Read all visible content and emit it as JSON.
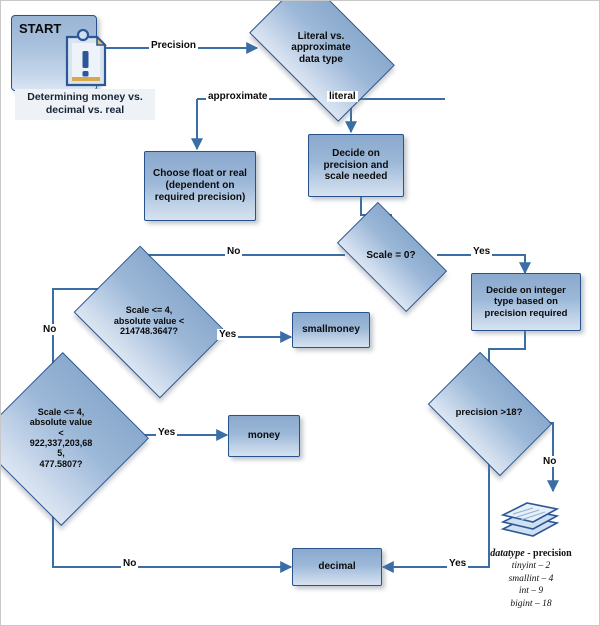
{
  "diagram": {
    "title": "Determining money vs. decimal vs. real",
    "colors": {
      "node_fill_top": "#8aa9cd",
      "node_fill_bottom": "#d6e2f0",
      "node_border": "#28528c",
      "connector": "#3a6ea5",
      "text": "#0b0b0b",
      "frame_border": "#c8c8c8"
    },
    "start": {
      "label": "START",
      "caption": "Determining money vs. decimal vs. real",
      "icon": "note-exclamation-icon"
    },
    "nodes": {
      "literal_vs_approx": "Literal vs. approximate data type",
      "choose_float_real": "Choose float or real (dependent on required precision)",
      "decide_precision_scale": "Decide on precision and scale needed",
      "scale_zero": "Scale = 0?",
      "decide_integer_type": "Decide on integer type based on precision required",
      "scale4_smallmoney": "Scale <= 4, absolute value < 214748.3647?",
      "scale4_money": "Scale <= 4, absolute value < 922,337,203,685,477.5807?",
      "precision_18": "precision >18?",
      "smallmoney": "smallmoney",
      "money": "money",
      "decimal": "decimal"
    },
    "node_lines": {
      "literal_vs_approx": [
        "Literal vs.",
        "approximate",
        "data type"
      ],
      "choose_float_real": [
        "Choose float or real",
        "(dependent on",
        "required precision)"
      ],
      "decide_precision_scale": [
        "Decide on",
        "precision and",
        "scale needed"
      ],
      "decide_integer_type": [
        "Decide on integer",
        "type based on",
        "precision required"
      ],
      "scale4_smallmoney": [
        "Scale <= 4,",
        "absolute value <",
        "214748.3647?"
      ],
      "scale4_money": [
        "Scale <= 4,",
        "absolute value",
        "<",
        "922,337,203,68",
        "5,",
        "477.5807?"
      ]
    },
    "edge_labels": {
      "precision": "Precision",
      "approximate": "approximate",
      "literal": "literal",
      "scale_zero_no": "No",
      "scale_zero_yes": "Yes",
      "smallmoney_yes": "Yes",
      "smallmoney_no": "No",
      "money_yes": "Yes",
      "money_no": "No",
      "precision18_no": "No",
      "precision18_yes": "Yes"
    },
    "legend": {
      "icon": "document-stack-icon",
      "title_italic": "datatype",
      "title_rest": " - precision",
      "rows": [
        "tinyint – 2",
        "smallint – 4",
        "int – 9",
        "bigint – 18"
      ]
    }
  }
}
